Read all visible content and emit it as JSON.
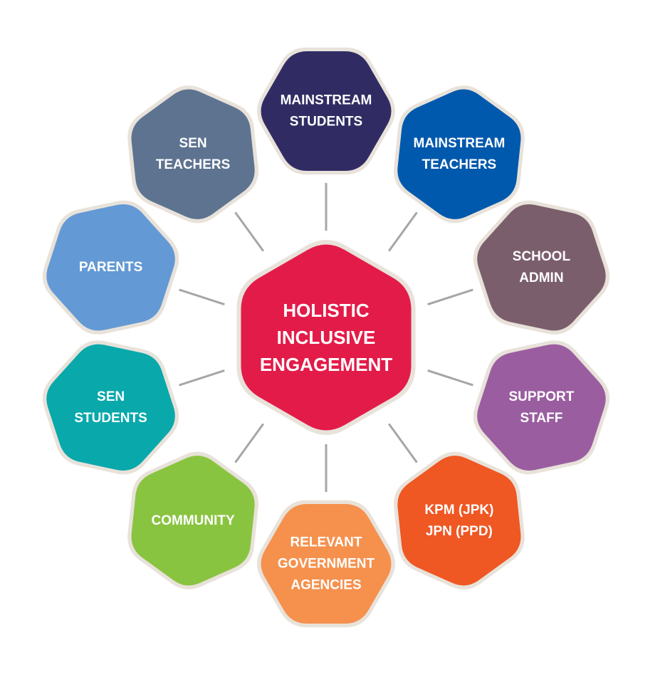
{
  "center": {
    "lines": [
      "HOLISTIC",
      "INCLUSIVE",
      "ENGAGEMENT"
    ],
    "color": "#e31b48"
  },
  "nodes": [
    {
      "id": "mainstream-students",
      "lines": [
        "MAINSTREAM",
        "STUDENTS"
      ],
      "color": "#302c63"
    },
    {
      "id": "mainstream-teachers",
      "lines": [
        "MAINSTREAM",
        "TEACHERS"
      ],
      "color": "#0059ad"
    },
    {
      "id": "school-admin",
      "lines": [
        "SCHOOL",
        "ADMIN"
      ],
      "color": "#7b5e6c"
    },
    {
      "id": "support-staff",
      "lines": [
        "SUPPORT",
        "STAFF"
      ],
      "color": "#9a5ea0"
    },
    {
      "id": "kpm-jpn",
      "lines": [
        "KPM (JPK)",
        "JPN (PPD)"
      ],
      "color": "#ef5723"
    },
    {
      "id": "relevant-government-agencies",
      "lines": [
        "RELEVANT",
        "GOVERNMENT",
        "AGENCIES"
      ],
      "color": "#f5914d"
    },
    {
      "id": "community",
      "lines": [
        "COMMUNITY"
      ],
      "color": "#89c440"
    },
    {
      "id": "sen-students",
      "lines": [
        "SEN",
        "STUDENTS"
      ],
      "color": "#08a8ab"
    },
    {
      "id": "parents",
      "lines": [
        "PARENTS"
      ],
      "color": "#6399d4"
    },
    {
      "id": "sen-teachers",
      "lines": [
        "SEN",
        "TEACHERS"
      ],
      "color": "#5d7390"
    }
  ]
}
